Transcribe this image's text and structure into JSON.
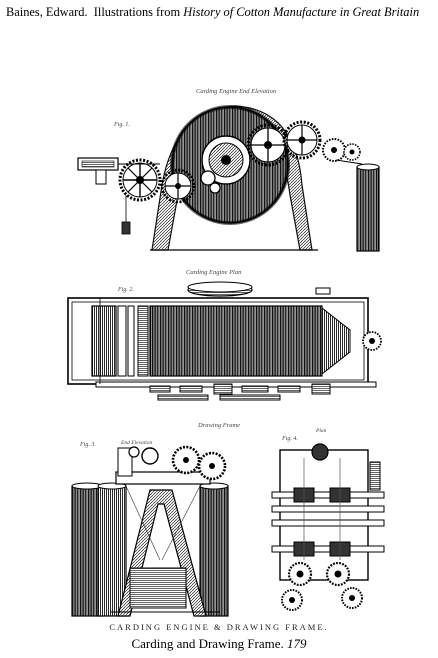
{
  "header": {
    "author": "Baines, Edward.",
    "prefix": "Illustrations from",
    "book_title": "History of Cotton Manufacture in Great Britain"
  },
  "plate": {
    "labels": {
      "carding_end": "Carding Engine  End Elevation",
      "fig1": "Fig. 1.",
      "carding_plan": "Carding Engine  Plan",
      "fig2": "Fig. 2.",
      "drawing_frame": "Drawing Frame",
      "end_elevation": "End Elevation",
      "fig3": "Fig. 3.",
      "fig4": "Fig. 4.",
      "plan": "Plan"
    },
    "caption": "CARDING ENGINE & DRAWING FRAME."
  },
  "footer": {
    "title": "Carding and Drawing Frame.",
    "page_number": "179"
  }
}
